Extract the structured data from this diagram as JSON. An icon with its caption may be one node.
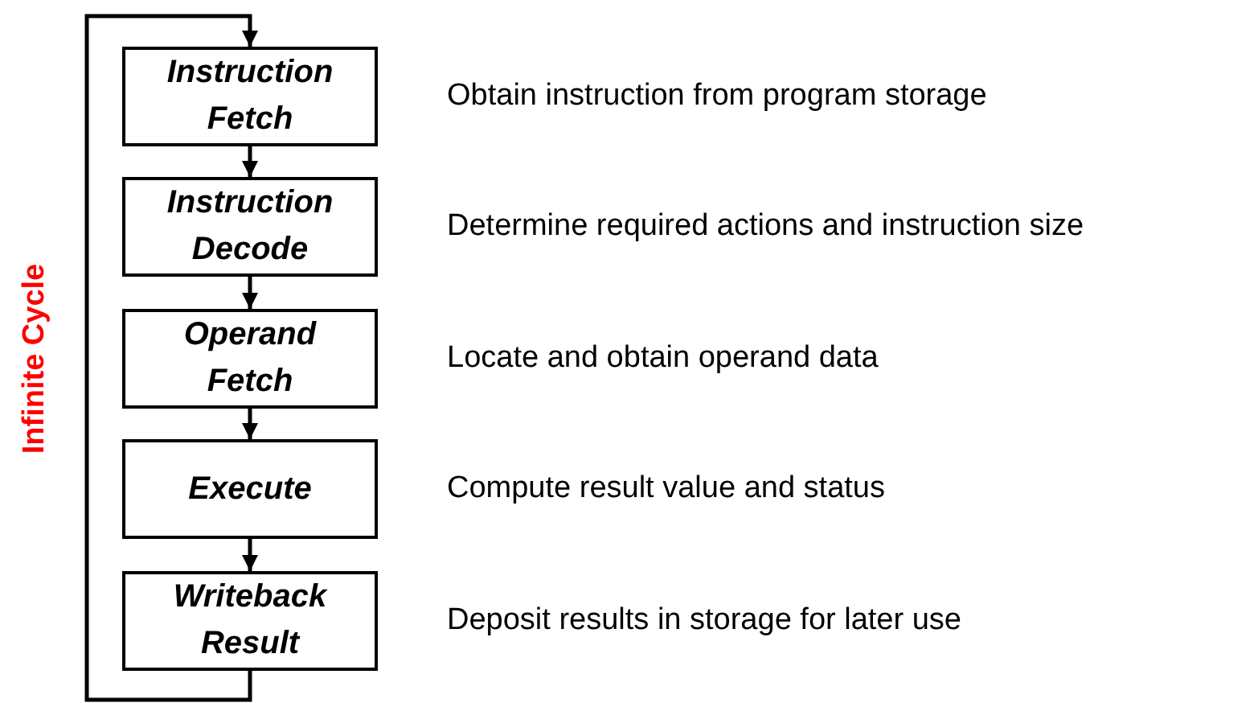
{
  "diagram": {
    "nodes": [
      {
        "text": [
          "Instruction Fetch"
        ],
        "beside": [
          "Obtain instruction from program storage"
        ]
      },
      {
        "text": [
          "Instruction Decode"
        ],
        "beside": [
          "Determine required actions and instruction size"
        ]
      },
      {
        "text": [
          "Operand Fetch"
        ],
        "beside": [
          "Locate and obtain operand data"
        ]
      },
      {
        "text": [
          "Execute"
        ],
        "beside": [
          "Compute result value and status"
        ]
      },
      {
        "text": [
          "Writeback Result"
        ],
        "beside": [
          "Deposit results in storage for later use"
        ]
      }
    ],
    "edges": [
      {
        "from": 0,
        "to": 1,
        "arrow": "to"
      },
      {
        "from": 1,
        "to": 2,
        "arrow": "to"
      },
      {
        "from": 2,
        "to": 3,
        "arrow": "to"
      },
      {
        "from": 3,
        "to": 4,
        "arrow": "to"
      },
      {
        "from": 4,
        "to": 0,
        "arrow": "to",
        "label": "Infinite Cycle",
        "color": "#000000"
      }
    ]
  }
}
